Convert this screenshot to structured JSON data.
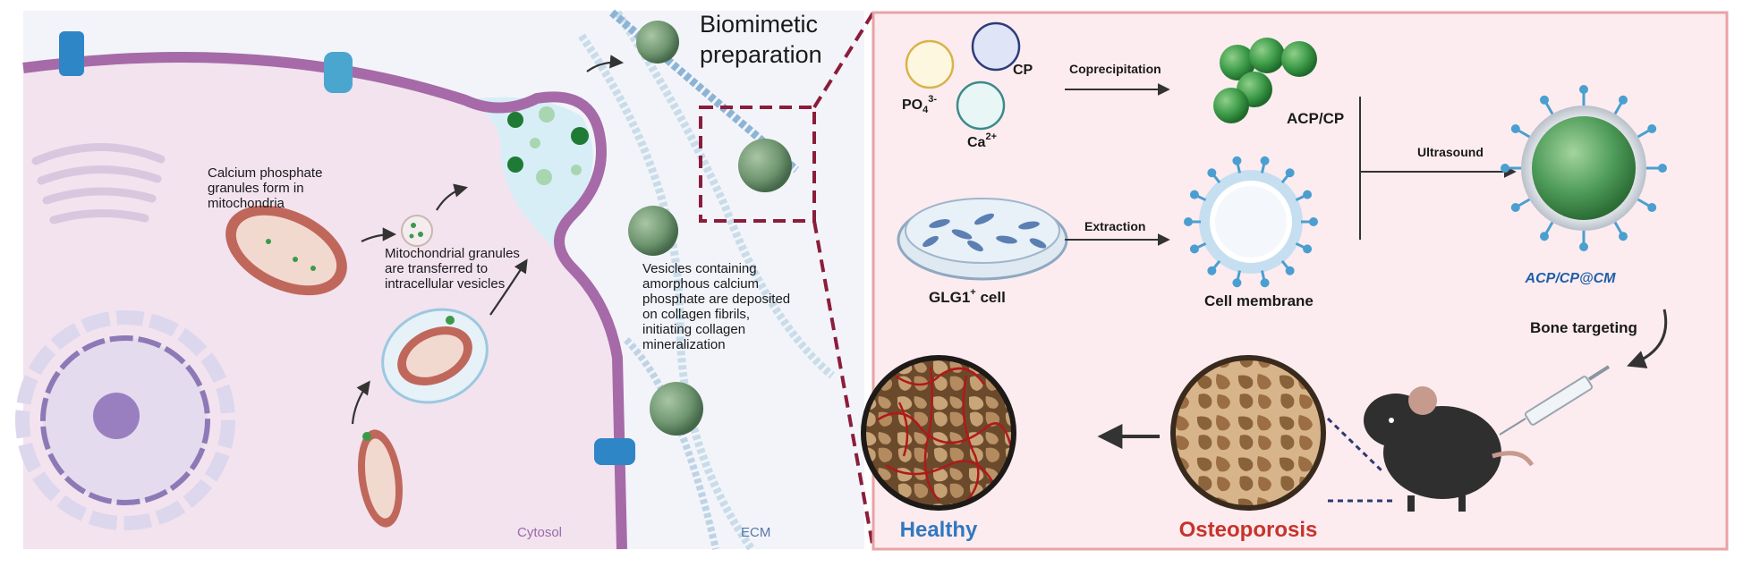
{
  "left_panel": {
    "steps": [
      [
        "Calcium phosphate",
        "granules form in",
        "mitochondria"
      ],
      [
        "Mitochondrial granules",
        "are transferred to",
        "intracellular vesicles"
      ],
      [
        "Vesicles containing",
        "amorphous calcium",
        "phosphate are deposited",
        "on collagen fibrils,",
        "initiating collagen",
        "mineralization"
      ]
    ],
    "title_line1": "Biomimetic",
    "title_line2": "preparation",
    "cytosol_label": "Cytosol",
    "ecm_label": "ECM"
  },
  "right_panel": {
    "po4_label": "PO",
    "po4_sub": "4",
    "po4_sup": "3-",
    "cp_label": "CP",
    "ca_label": "Ca",
    "ca_sup": "2+",
    "coprecipitation": "Coprecipitation",
    "acp_label": "ACP/CP",
    "extraction": "Extraction",
    "glg1_label": "GLG1",
    "glg1_sup": "+",
    "glg1_tail": " cell",
    "membrane_label": "Cell membrane",
    "ultrasound": "Ultrasound",
    "product_label": "ACP/CP@CM",
    "bone_targeting": "Bone targeting",
    "healthy": "Healthy",
    "osteoporosis": "Osteoporosis"
  },
  "colors": {
    "panel_border": "#e8a3a5",
    "panel_fill": "#fcecef",
    "dash_box": "#8b1d3b",
    "healthy_text": "#3277c0",
    "osteoporosis_text": "#c8332c",
    "product_text": "#1f5ea8",
    "particle_green": "#3a9a4a",
    "cell_membrane": "#a66aa8"
  }
}
